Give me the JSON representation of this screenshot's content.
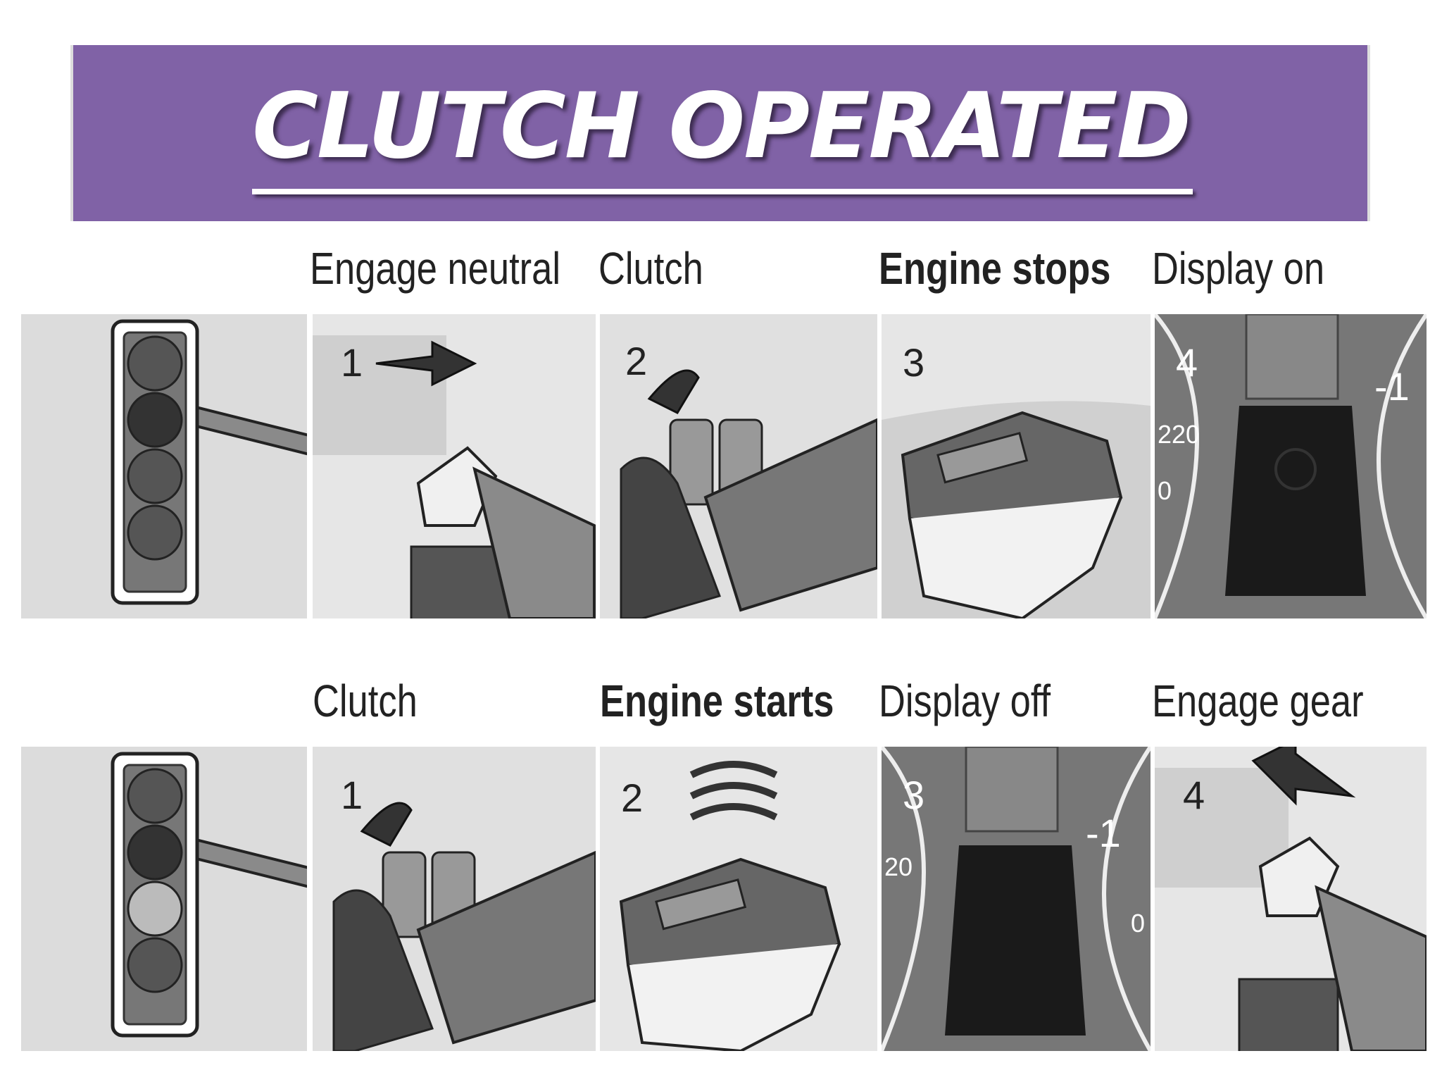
{
  "title": "CLUTCH OPERATED",
  "rows": [
    {
      "steps": [
        {
          "label": "Engage neutral",
          "number": "1",
          "bold": false
        },
        {
          "label": "Clutch",
          "number": "2",
          "bold": false
        },
        {
          "label": "Engine stops",
          "number": "3",
          "bold": true
        },
        {
          "label": "Display on",
          "number": "4",
          "bold": false
        }
      ],
      "gauge": {
        "ticks": [
          "220",
          "0"
        ],
        "right": "-1",
        "partial": "2"
      }
    },
    {
      "steps": [
        {
          "label": "Clutch",
          "number": "1",
          "bold": false
        },
        {
          "label": "Engine starts",
          "number": "2",
          "bold": true
        },
        {
          "label": "Display off",
          "number": "3",
          "bold": false
        },
        {
          "label": "Engage gear",
          "number": "4",
          "bold": false
        }
      ],
      "gauge": {
        "ticks": [
          "20",
          "0"
        ],
        "right": "-1",
        "partial": "20"
      }
    }
  ],
  "colors": {
    "banner": "#8062a6",
    "panel": "#d9d9d9",
    "dark": "#4a4a4a"
  }
}
